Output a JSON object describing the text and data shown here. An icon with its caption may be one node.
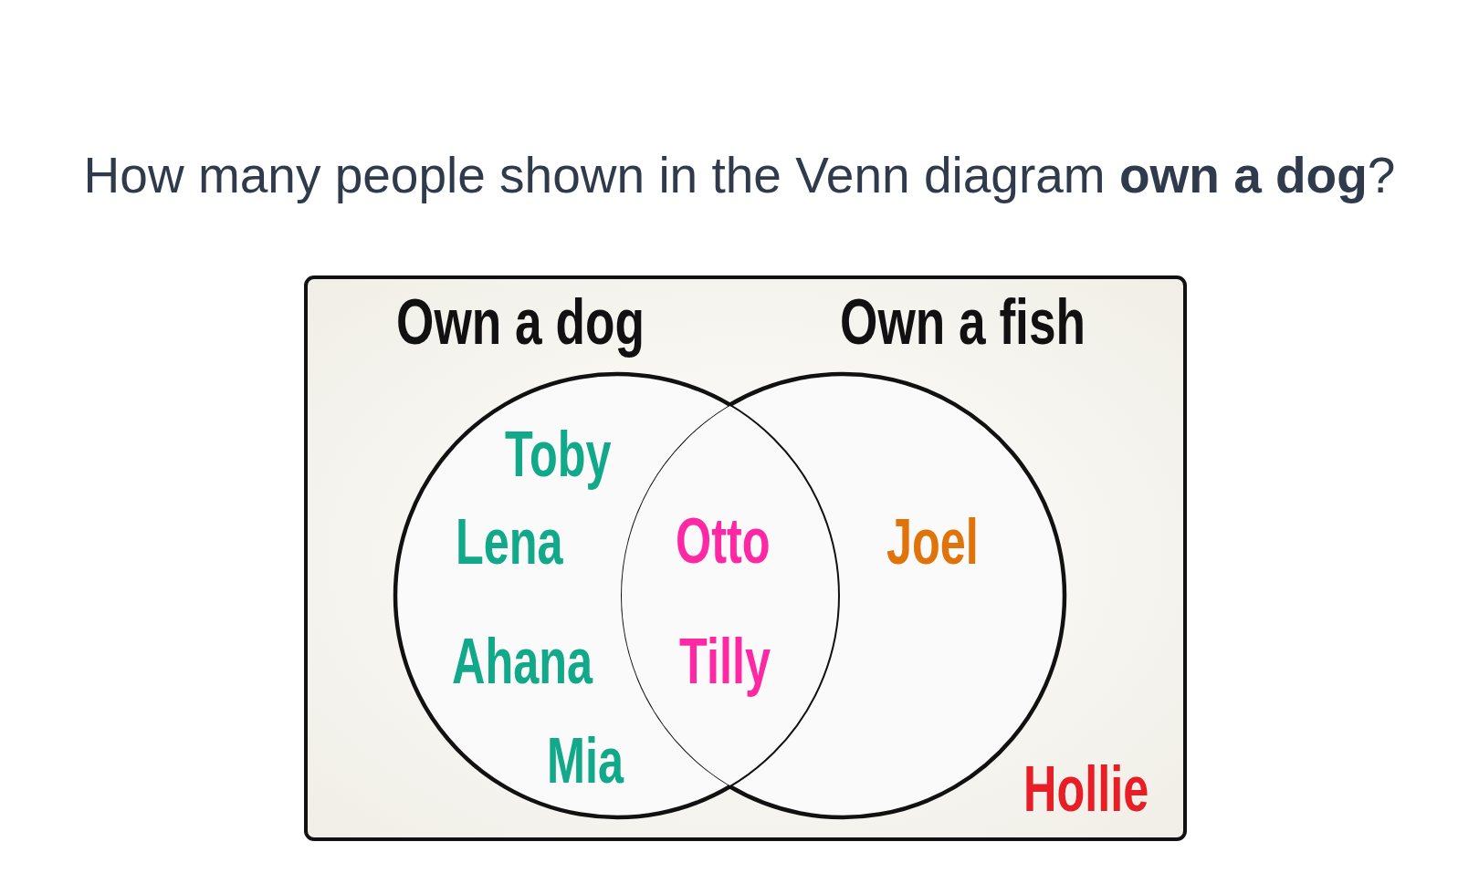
{
  "diagram": {
    "title": "How many people shown in the Venn diagram **own a dog**?",
    "nodes": [
      {
        "text": [
          "Hollie"
        ]
      },
      {
        "text": [
          "Own a dog",
          "Toby",
          "Lena",
          "Ahana",
          "Mia"
        ],
        "in": 0
      },
      {
        "text": [
          "Own a fish",
          "Joel"
        ],
        "in": 0
      },
      {
        "text": [
          "Otto",
          "Tilly"
        ]
      }
    ]
  }
}
